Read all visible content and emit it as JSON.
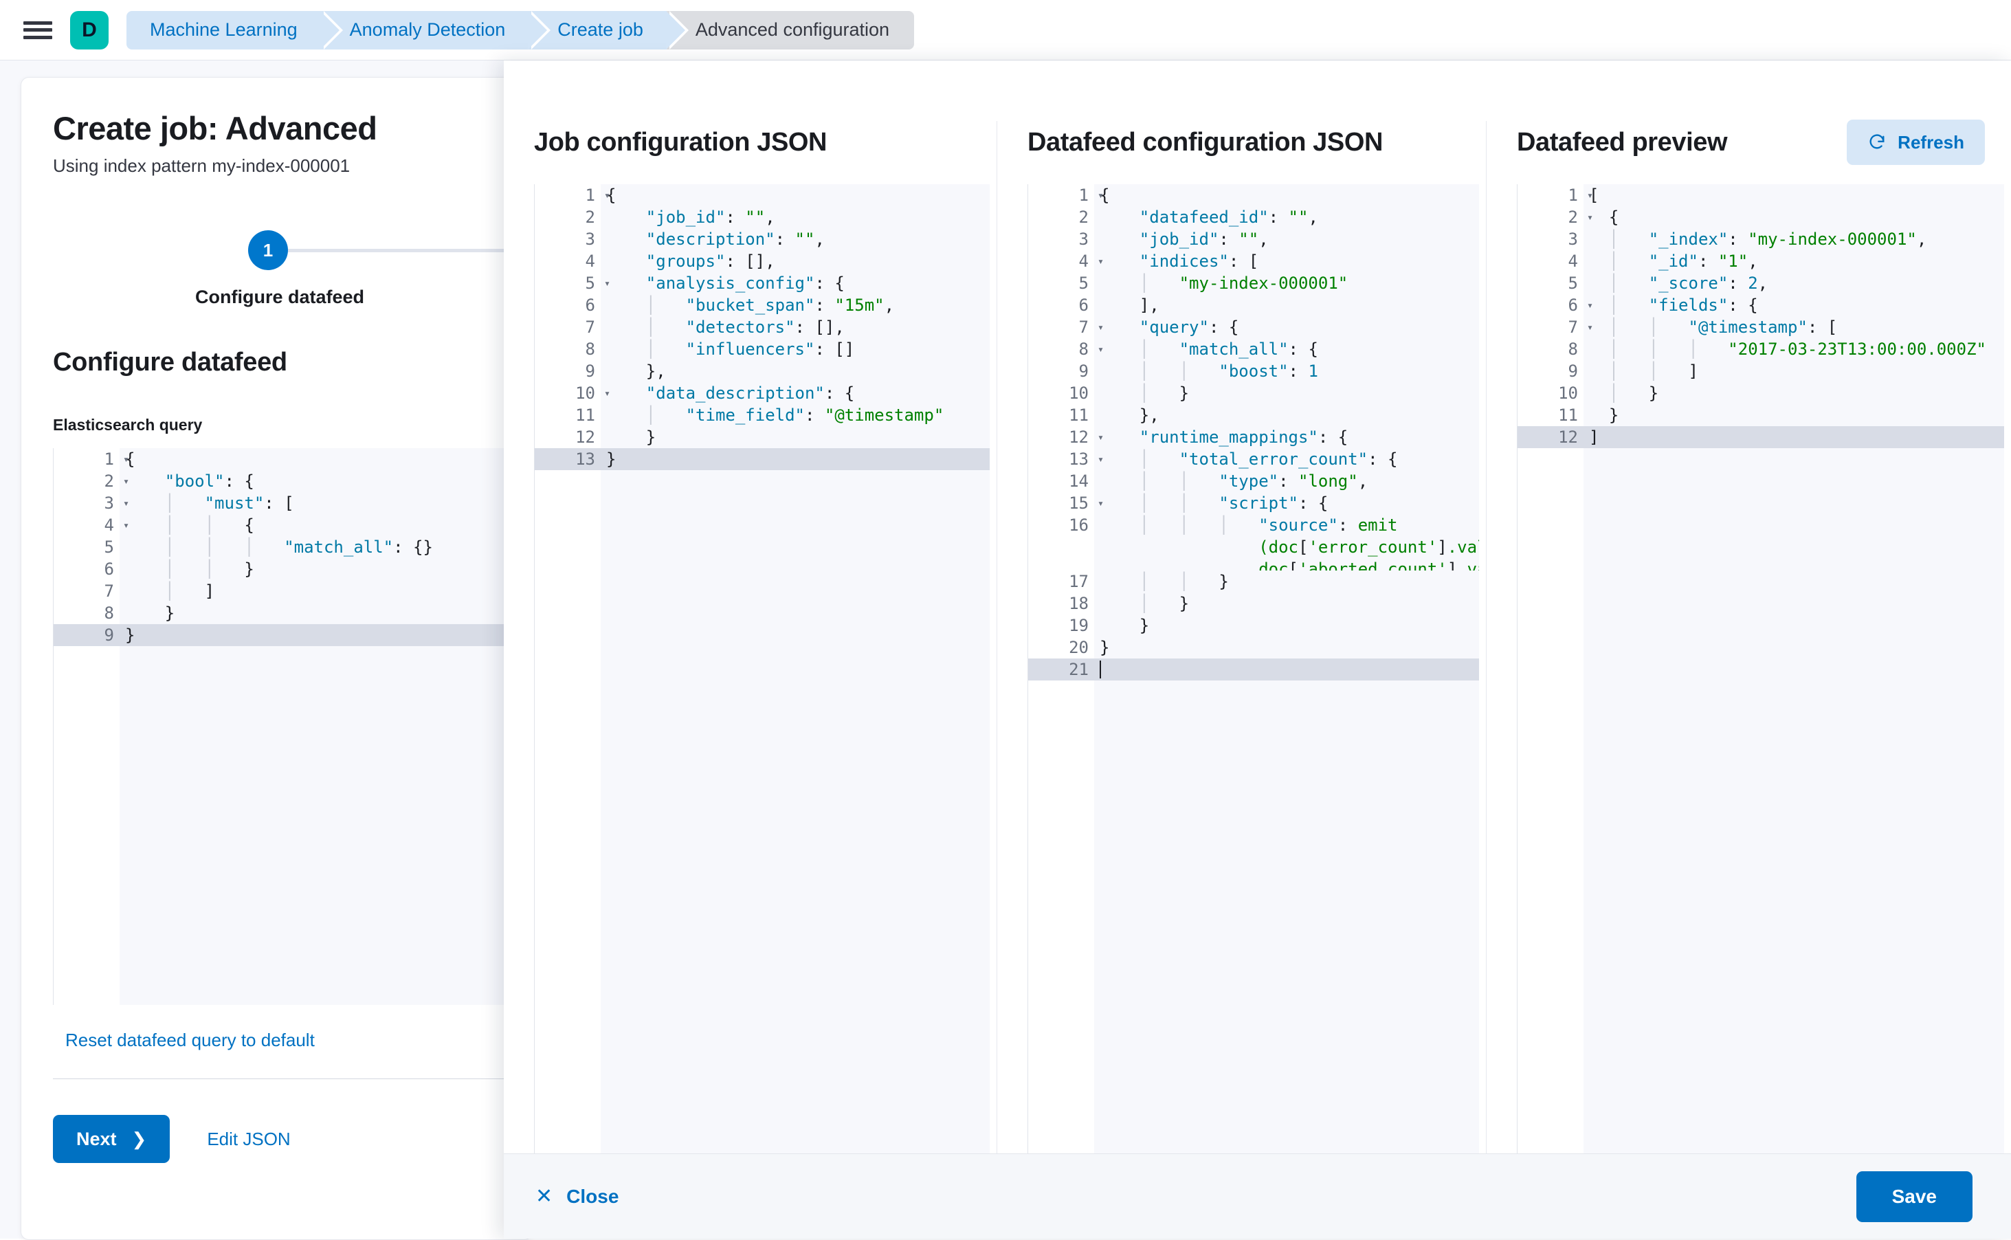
{
  "topbar": {
    "menu_icon": "hamburger-icon",
    "logo_letter": "D",
    "breadcrumbs": [
      {
        "label": "Machine Learning",
        "active": false
      },
      {
        "label": "Anomaly Detection",
        "active": false
      },
      {
        "label": "Create job",
        "active": false
      },
      {
        "label": "Advanced configuration",
        "active": true
      }
    ]
  },
  "wizard": {
    "title": "Create job: Advanced",
    "subtitle": "Using index pattern my-index-000001",
    "step_number": "1",
    "step_label": "Configure datafeed",
    "section_title": "Configure datafeed",
    "query_field_label": "Elasticsearch query",
    "reset_link": "Reset datafeed query to default",
    "next_button": "Next",
    "next_chevron": "chevron-right-icon",
    "edit_json_link": "Edit JSON",
    "query_editor": {
      "lines": [
        {
          "n": "1",
          "fold": true,
          "text": "{"
        },
        {
          "n": "2",
          "fold": true,
          "text": "    \"bool\": {"
        },
        {
          "n": "3",
          "fold": true,
          "text": "    |   \"must\": ["
        },
        {
          "n": "4",
          "fold": true,
          "text": "    |   |   {"
        },
        {
          "n": "5",
          "fold": false,
          "text": "    |   |   |   \"match_all\": {}"
        },
        {
          "n": "6",
          "fold": false,
          "text": "    |   |   }"
        },
        {
          "n": "7",
          "fold": false,
          "text": "    |   ]"
        },
        {
          "n": "8",
          "fold": false,
          "text": "    }"
        },
        {
          "n": "9",
          "fold": false,
          "text": "}",
          "highlight": true
        }
      ]
    }
  },
  "flyout": {
    "columns": [
      {
        "id": "job-config",
        "title": "Job configuration JSON",
        "lines": [
          {
            "n": "1",
            "fold": true,
            "text": "{"
          },
          {
            "n": "2",
            "fold": false,
            "text": "    \"job_id\": \"\","
          },
          {
            "n": "3",
            "fold": false,
            "text": "    \"description\": \"\","
          },
          {
            "n": "4",
            "fold": false,
            "text": "    \"groups\": [],"
          },
          {
            "n": "5",
            "fold": true,
            "text": "    \"analysis_config\": {"
          },
          {
            "n": "6",
            "fold": false,
            "text": "    |   \"bucket_span\": \"15m\","
          },
          {
            "n": "7",
            "fold": false,
            "text": "    |   \"detectors\": [],"
          },
          {
            "n": "8",
            "fold": false,
            "text": "    |   \"influencers\": []"
          },
          {
            "n": "9",
            "fold": false,
            "text": "    },"
          },
          {
            "n": "10",
            "fold": true,
            "text": "    \"data_description\": {"
          },
          {
            "n": "11",
            "fold": false,
            "text": "    |   \"time_field\": \"@timestamp\""
          },
          {
            "n": "12",
            "fold": false,
            "text": "    }"
          },
          {
            "n": "13",
            "fold": false,
            "text": "}",
            "highlight": true
          }
        ]
      },
      {
        "id": "datafeed-config",
        "title": "Datafeed configuration JSON",
        "lines": [
          {
            "n": "1",
            "fold": true,
            "text": "{"
          },
          {
            "n": "2",
            "fold": false,
            "text": "    \"datafeed_id\": \"\","
          },
          {
            "n": "3",
            "fold": false,
            "text": "    \"job_id\": \"\","
          },
          {
            "n": "4",
            "fold": true,
            "text": "    \"indices\": ["
          },
          {
            "n": "5",
            "fold": false,
            "text": "    |   \"my-index-000001\""
          },
          {
            "n": "6",
            "fold": false,
            "text": "    ],"
          },
          {
            "n": "7",
            "fold": true,
            "text": "    \"query\": {"
          },
          {
            "n": "8",
            "fold": true,
            "text": "    |   \"match_all\": {"
          },
          {
            "n": "9",
            "fold": false,
            "text": "    |   |   \"boost\": 1"
          },
          {
            "n": "10",
            "fold": false,
            "text": "    |   }"
          },
          {
            "n": "11",
            "fold": false,
            "text": "    },"
          },
          {
            "n": "12",
            "fold": true,
            "text": "    \"runtime_mappings\": {"
          },
          {
            "n": "13",
            "fold": true,
            "text": "    |   \"total_error_count\": {"
          },
          {
            "n": "14",
            "fold": false,
            "text": "    |   |   \"type\": \"long\","
          },
          {
            "n": "15",
            "fold": true,
            "text": "    |   |   \"script\": {"
          },
          {
            "n": "16",
            "fold": false,
            "wrapped": true,
            "text": "    |   |   |   \"source\": \"emit\n                (doc['error_count'].value +\n                doc['aborted_count'].value)\""
          },
          {
            "n": "17",
            "fold": false,
            "text": "    |   |   }"
          },
          {
            "n": "18",
            "fold": false,
            "text": "    |   }"
          },
          {
            "n": "19",
            "fold": false,
            "text": "    }"
          },
          {
            "n": "20",
            "fold": false,
            "text": "}"
          },
          {
            "n": "21",
            "fold": false,
            "text": "",
            "caret": true,
            "highlight": true
          }
        ]
      },
      {
        "id": "datafeed-preview",
        "title": "Datafeed preview",
        "refresh_label": "Refresh",
        "refresh_icon": "refresh-icon",
        "lines": [
          {
            "n": "1",
            "fold": true,
            "text": "["
          },
          {
            "n": "2",
            "fold": true,
            "text": "  {"
          },
          {
            "n": "3",
            "fold": false,
            "text": "  |   \"_index\": \"my-index-000001\","
          },
          {
            "n": "4",
            "fold": false,
            "text": "  |   \"_id\": \"1\","
          },
          {
            "n": "5",
            "fold": false,
            "text": "  |   \"_score\": 2,"
          },
          {
            "n": "6",
            "fold": true,
            "text": "  |   \"fields\": {"
          },
          {
            "n": "7",
            "fold": true,
            "text": "  |   |   \"@timestamp\": ["
          },
          {
            "n": "8",
            "fold": false,
            "text": "  |   |   |   \"2017-03-23T13:00:00.000Z\""
          },
          {
            "n": "9",
            "fold": false,
            "text": "  |   |   ]"
          },
          {
            "n": "10",
            "fold": false,
            "text": "  |   }"
          },
          {
            "n": "11",
            "fold": false,
            "text": "  }"
          },
          {
            "n": "12",
            "fold": false,
            "text": "]",
            "highlight": true
          }
        ]
      }
    ],
    "footer": {
      "close_label": "Close",
      "close_icon": "close-icon",
      "save_label": "Save"
    }
  },
  "colors": {
    "accent": "#0071c2",
    "brand": "#00bfb3",
    "json_key": "#0079a5",
    "json_string": "#008000",
    "crumb_bg": "#d3e5f7",
    "crumb_active_bg": "#dcdee2"
  }
}
